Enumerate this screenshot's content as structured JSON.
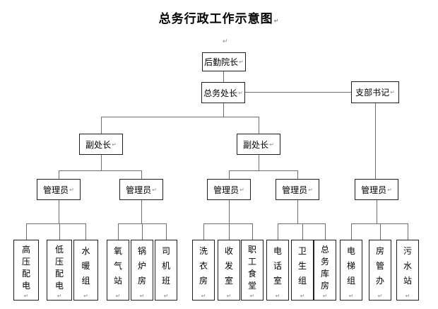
{
  "title": "总务行政工作示意图",
  "marks": {
    "pilcrow": "↵"
  },
  "nodes": {
    "dean": "后勤院长",
    "director": "总务处长",
    "secretary": "支部书记",
    "deputy_left": "副处长",
    "deputy_right": "副处长",
    "managers": [
      "管理员",
      "管理员",
      "管理员",
      "管理员",
      "管理员"
    ],
    "units": [
      "高压配电",
      "低压配电",
      "水暖组",
      "氧气站",
      "锅炉房",
      "司机班",
      "洗衣房",
      "收发室",
      "职工食堂",
      "电话室",
      "卫生组",
      "总务库房",
      "电梯组",
      "房管办",
      "污水站"
    ]
  }
}
